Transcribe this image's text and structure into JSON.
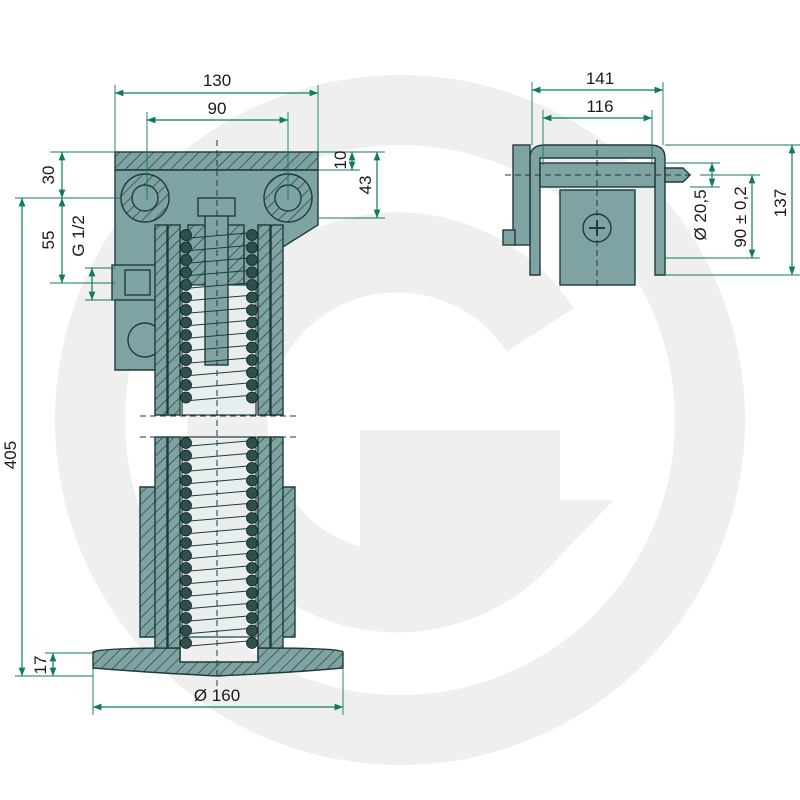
{
  "colors": {
    "part": "#7fa3a3",
    "outline": "#1f3b3b",
    "dimension": "#0f7a5c",
    "watermark": "#eeeeee"
  },
  "front_view": {
    "dims": {
      "width_total": "130",
      "width_mount": "90",
      "height_top": "30",
      "height_port": "55",
      "port_thread": "G 1/2",
      "height_total": "405",
      "base_thickness": "17",
      "base_diameter": "Ø 160",
      "plate_thickness": "10",
      "mount_height": "43"
    }
  },
  "side_view": {
    "dims": {
      "width_total": "141",
      "width_inner": "116",
      "pin_diameter": "Ø 20,5",
      "pin_spacing": "90 ± 0,2",
      "height_total": "137"
    }
  }
}
